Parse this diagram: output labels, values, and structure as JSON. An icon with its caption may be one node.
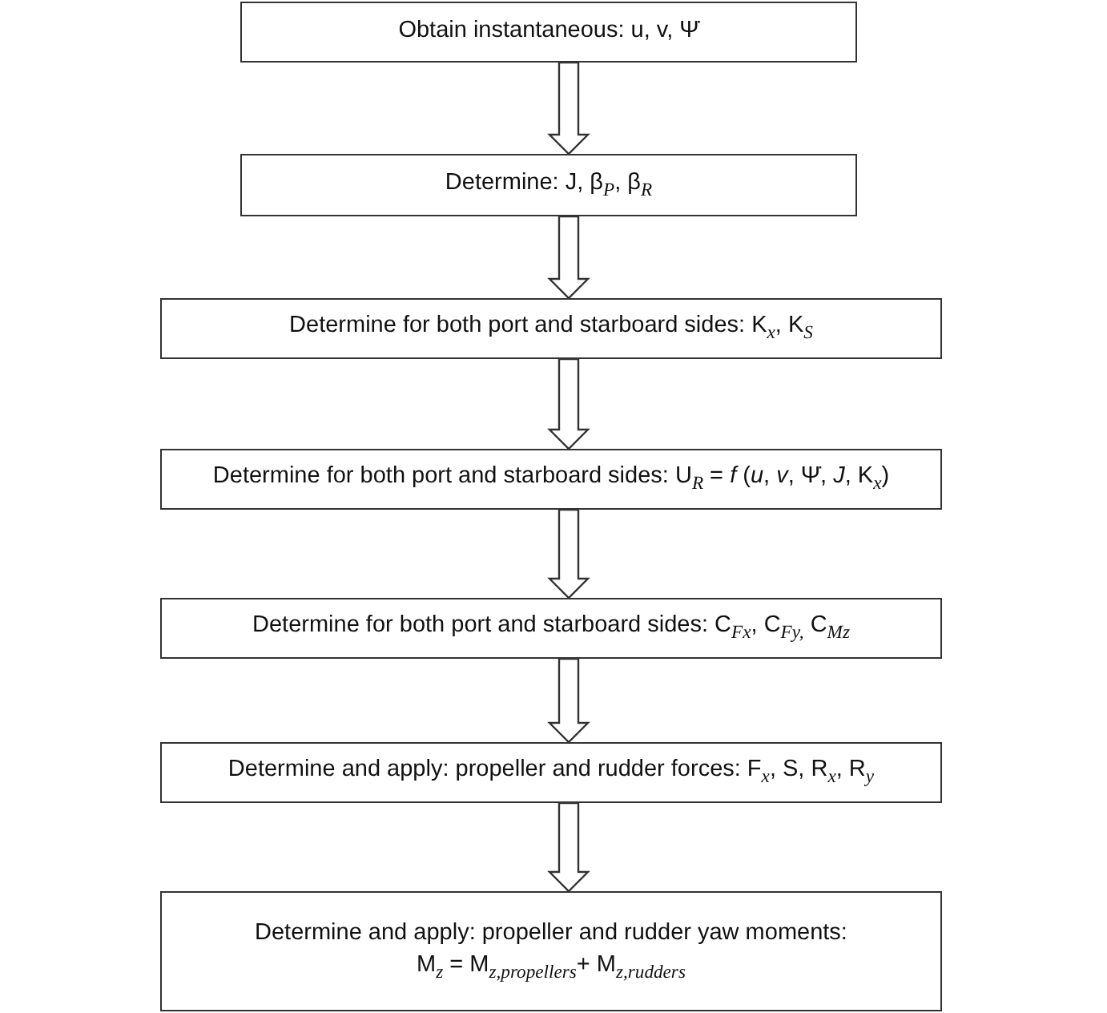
{
  "diagram": {
    "nodes": [
      {
        "text": [
          "Obtain instantaneous: u, v, Ψ̇"
        ]
      },
      {
        "text": [
          "Determine: J, β$_{P}$, β$_{R}$"
        ]
      },
      {
        "text": [
          "Determine for both port and starboard sides: K$_{x}$, K$_{S}$"
        ]
      },
      {
        "text": [
          "Determine for both port and starboard sides: U$_{R}$ = *f* (*u*, *v*, Ψ̇, *J*, K$_{x}$)"
        ]
      },
      {
        "text": [
          "Determine for both port and starboard sides: C$_{Fx}$, C$_{Fy,}$ C$_{Mz}$"
        ]
      },
      {
        "text": [
          "Determine and apply: propeller and rudder forces: F$_{x}$, S, R$_{x}$, R$_{y}$"
        ]
      },
      {
        "text": [
          "Determine and apply: propeller and rudder yaw moments:",
          "M$_{z}$ = M$_{z,propellers}$+ M$_{z,rudders}$"
        ]
      }
    ],
    "edges": [
      {
        "from": 0,
        "to": 1,
        "arrow": "to"
      },
      {
        "from": 1,
        "to": 2,
        "arrow": "to"
      },
      {
        "from": 2,
        "to": 3,
        "arrow": "to"
      },
      {
        "from": 3,
        "to": 4,
        "arrow": "to"
      },
      {
        "from": 4,
        "to": 5,
        "arrow": "to"
      },
      {
        "from": 5,
        "to": 6,
        "arrow": "to"
      }
    ]
  }
}
